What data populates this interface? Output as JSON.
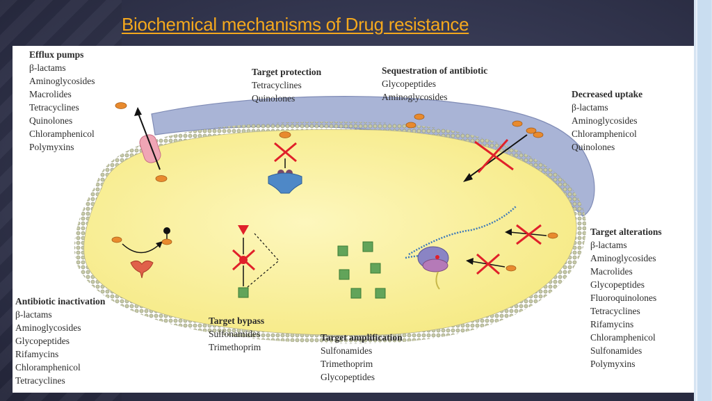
{
  "slide": {
    "title": "Biochemical mechanisms of Drug resistance"
  },
  "colors": {
    "title": "#f4a81d",
    "background": "#33364f",
    "cytoplasm": "#fbf3a3",
    "membrane": "#c9cdb9",
    "outer_membrane": "#9aa7cc",
    "antibiotic": "#e88a2e",
    "cross": "#e0202a"
  },
  "groups": {
    "efflux": {
      "heading": "Efflux pumps",
      "items": [
        "β-lactams",
        "Aminoglycosides",
        "Macrolides",
        "Tetracyclines",
        "Quinolones",
        "Chloramphenicol",
        "Polymyxins"
      ]
    },
    "protection": {
      "heading": "Target protection",
      "items": [
        "Tetracyclines",
        "Quinolones"
      ]
    },
    "sequestration": {
      "heading": "Sequestration of antibiotic",
      "items": [
        "Glycopeptides",
        "Aminoglycosides"
      ]
    },
    "uptake": {
      "heading": "Decreased uptake",
      "items": [
        "β-lactams",
        "Aminoglycosides",
        "Chloramphenicol",
        "Quinolones"
      ]
    },
    "alterations": {
      "heading": "Target alterations",
      "items": [
        "β-lactams",
        "Aminoglycosides",
        "Macrolides",
        "Glycopeptides",
        "Fluoroquinolones",
        "Tetracyclines",
        "Rifamycins",
        "Chloramphenicol",
        "Sulfonamides",
        "Polymyxins"
      ]
    },
    "inactivation": {
      "heading": "Antibiotic inactivation",
      "items": [
        "β-lactams",
        "Aminoglycosides",
        "Glycopeptides",
        "Rifamycins",
        "Chloramphenicol",
        "Tetracyclines"
      ]
    },
    "bypass": {
      "heading": "Target bypass",
      "items": [
        "Sulfonamides",
        "Trimethoprim"
      ]
    },
    "amplification": {
      "heading": "Target amplification",
      "items": [
        "Sulfonamides",
        "Trimethoprim",
        "Glycopeptides"
      ]
    }
  }
}
